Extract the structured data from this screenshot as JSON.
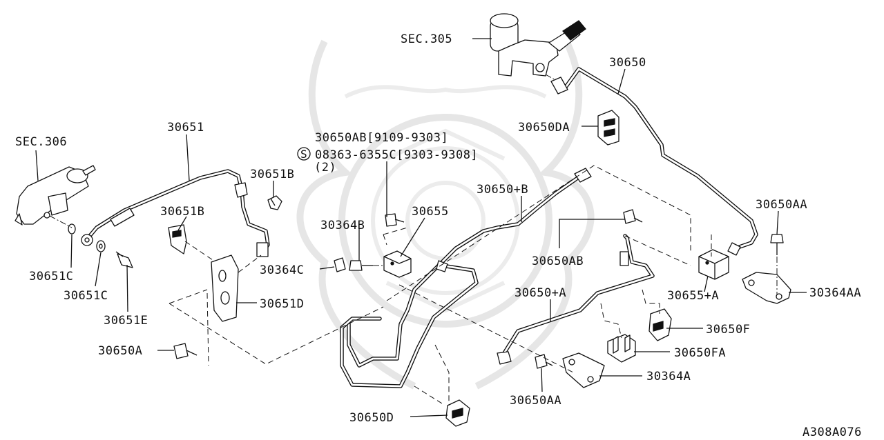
{
  "diagram_id": "A308A076",
  "labels": {
    "sec305": "SEC.305",
    "sec306": "SEC.306",
    "p30650": "30650",
    "p30651": "30651",
    "p30650DA": "30650DA",
    "p30650AB_note": "30650AB[9109-9303]",
    "bolt_note": "08363-6355C[9303-9308]",
    "bolt_qty": "(2)",
    "screw_symbol": "S",
    "p30651B_a": "30651B",
    "p30651B_b": "30651B",
    "p30650plusB": "30650+B",
    "p30655": "30655",
    "p30364B": "30364B",
    "p30650AA_top": "30650AA",
    "p30650AB": "30650AB",
    "p30364C": "30364C",
    "p30651C_a": "30651C",
    "p30651C_b": "30651C",
    "p30651E": "30651E",
    "p30651D": "30651D",
    "p30655plusA": "30655+A",
    "p30364AA": "30364AA",
    "p30650plusA": "30650+A",
    "p30650F": "30650F",
    "p30650A": "30650A",
    "p30650FA": "30650FA",
    "p30364A": "30364A",
    "p30650AA_bot": "30650AA",
    "p30650D": "30650D"
  }
}
